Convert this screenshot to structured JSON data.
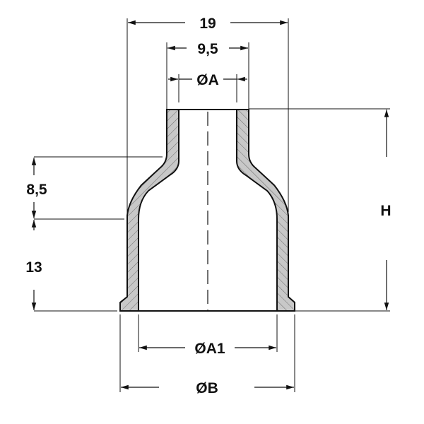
{
  "dimensions": {
    "overall_width": "19",
    "neck_width": "9,5",
    "inner_diameter_top": "ØA",
    "transition_height": "8,5",
    "base_height": "13",
    "total_height": "H",
    "inner_diameter_bottom": "ØA1",
    "outer_diameter_bottom": "ØB"
  },
  "colors": {
    "line": "#111111",
    "section_fill": "#c8c8c8"
  }
}
